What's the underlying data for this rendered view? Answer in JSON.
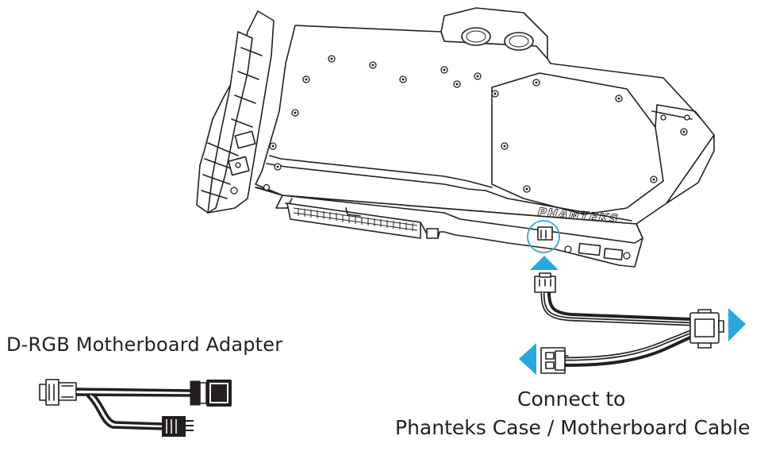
{
  "adapter_title": "D-RGB Motherboard Adapter",
  "connect_line1": "Connect to",
  "connect_line2": "Phanteks Case / Motherboard Cable",
  "brand_logo": "PHANTEKS",
  "colors": {
    "line": "#231f20",
    "arrow": "#29a8e0",
    "background": "#ffffff"
  },
  "icons": [
    "gpu-waterblock-illustration",
    "d-rgb-adapter-cable-icon",
    "splitter-cable-icon",
    "arrow-up-icon",
    "arrow-right-icon",
    "arrow-left-icon",
    "highlight-circle"
  ]
}
